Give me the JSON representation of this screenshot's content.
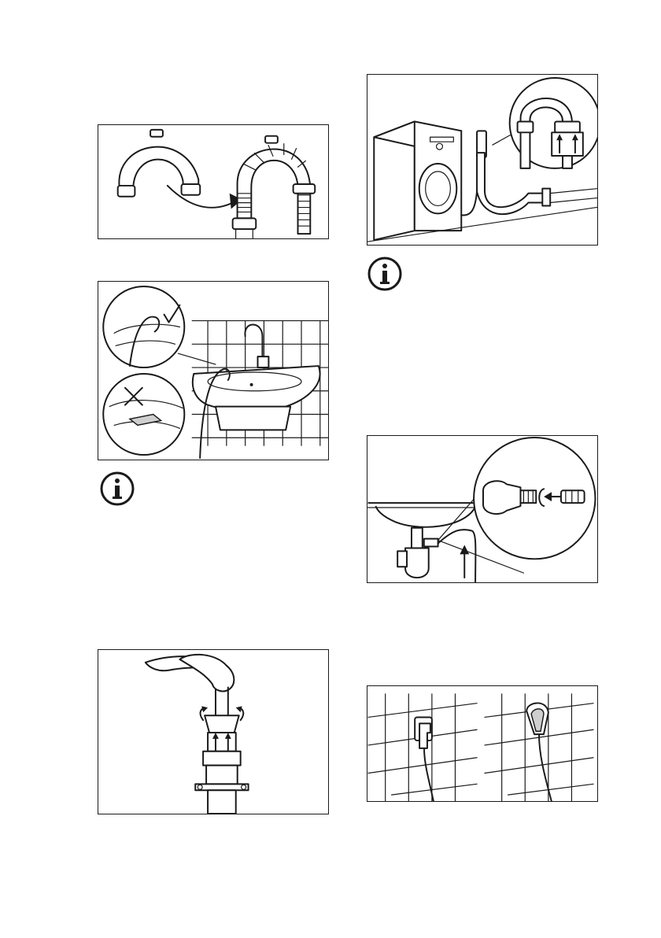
{
  "page": {
    "footer_text": "",
    "icons": {
      "info": "info-icon",
      "check": "check-mark-icon",
      "cross": "cross-mark-icon",
      "arrow": "arrow-icon"
    }
  },
  "figures": [
    {
      "id": "hose-guide-fit"
    },
    {
      "id": "hose-over-sink"
    },
    {
      "id": "hose-in-standpipe"
    },
    {
      "id": "machine-drain-connection"
    },
    {
      "id": "sink-trap-connection"
    },
    {
      "id": "wall-drain-connection"
    }
  ]
}
